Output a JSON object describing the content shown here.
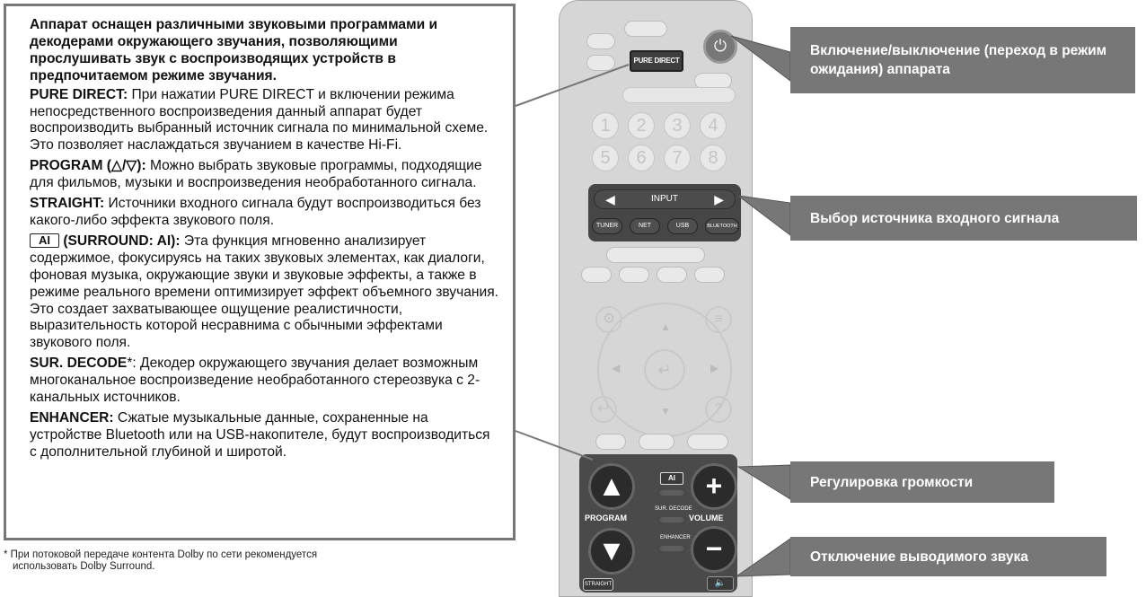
{
  "description": {
    "intro": "Аппарат оснащен различными звуковыми программами и декодерами окружающего звучания, позволяющими прослушивать звук с воспроизводящих устройств в предпочитаемом режиме звучания.",
    "items": [
      {
        "term": "PURE DIRECT:",
        "text": " При нажатии PURE DIRECT и включении режима непосредственного воспроизведения данный аппарат будет воспроизводить выбранный источник сигнала по минимальной схеме. Это позволяет наслаждаться звучанием в качестве Hi-Fi."
      },
      {
        "term": "PROGRAM (△/▽):",
        "text": " Можно выбрать звуковые программы, подходящие для фильмов, музыки и воспроизведения необработанного сигнала."
      },
      {
        "term": "STRAIGHT:",
        "text": " Источники входного сигнала будут воспроизводиться без какого-либо эффекта звукового поля."
      },
      {
        "chip": "AI",
        "term": " (SURROUND: AI):",
        "text": " Эта функция мгновенно анализирует содержимое, фокусируясь на таких звуковых элементах, как диалоги, фоновая музыка, окружающие звуки и звуковые эффекты, а также в режиме реального времени оптимизирует эффект объемного звучания. Это создает захватывающее ощущение реалистичности, выразительность которой несравнима с обычными эффектами звукового поля."
      },
      {
        "term": "SUR. DECODE",
        "text": "*: Декодер окружающего звучания делает возможным многоканальное воспроизведение необработанного стереозвука с 2-канальных источников."
      },
      {
        "term": "ENHANCER:",
        "text": " Сжатые музыкальные данные, сохраненные на устройстве Bluetooth или на USB-накопителе, будут воспроизводиться с дополнительной глубиной и широтой."
      }
    ]
  },
  "footnote": {
    "line1": "* При потоковой передаче контента Dolby по сети рекомендуется",
    "line2": "использовать Dolby Surround."
  },
  "remote": {
    "pure_direct": "PURE DIRECT",
    "power_glyph": "⏻",
    "input_label": "INPUT",
    "sources": [
      "TUNER",
      "NET",
      "USB",
      "BLUETOOTH"
    ],
    "program_label": "PROGRAM",
    "ai_label": "AI",
    "sur_decode_label": "SUR. DECODE",
    "enhancer_label": "ENHANCER",
    "volume_label": "VOLUME",
    "straight_label": "STRAIGHT",
    "mute_glyph": "🔈"
  },
  "callouts": {
    "power": "Включение/выключение (переход в режим ожидания) аппарата",
    "input": "Выбор источника входного сигнала",
    "volume": "Регулировка громкости",
    "mute": "Отключение выводимого звука"
  },
  "colors": {
    "callout_bg": "#777777",
    "panel_border": "#777777",
    "remote_dark": "#464646"
  }
}
